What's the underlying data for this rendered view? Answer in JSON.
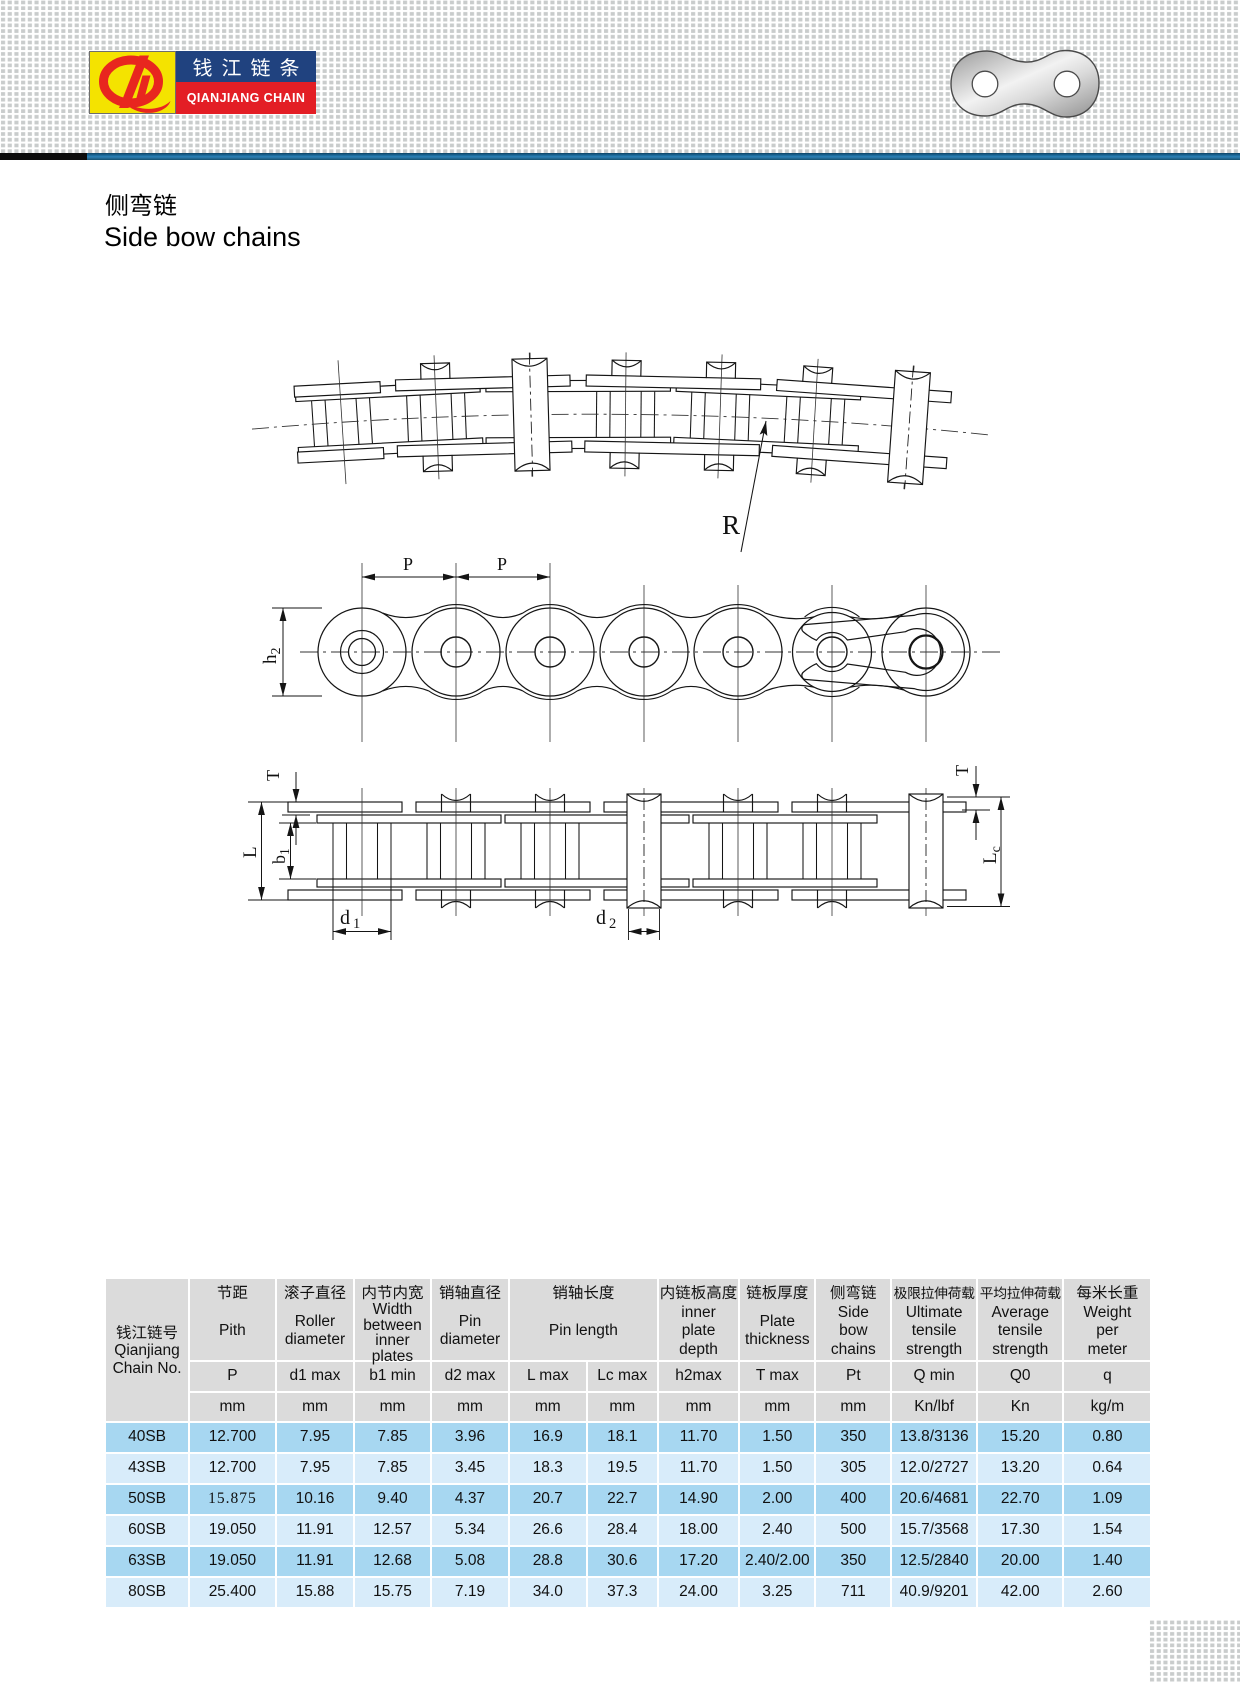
{
  "logo": {
    "zh": "钱江链条",
    "en": "QIANJIANG CHAIN",
    "monogram": "QL-monogram",
    "colors": {
      "yellow": "#f4e300",
      "blue": "#20427f",
      "red": "#e31e25",
      "logo_red": "#e8261f"
    }
  },
  "header": {
    "chain_plate_icon": "chain-plate",
    "bar_blue": "#1f6fa0",
    "bar_black": "#0c0c0c",
    "dot_color": "#d7d9d9"
  },
  "title": {
    "zh": "侧弯链",
    "en": "Side bow chains"
  },
  "drawings": {
    "bow_view": {
      "label_R": "R"
    },
    "side_view": {
      "label_P1": "P",
      "label_P2": "P",
      "label_h_main": "h",
      "label_h_sub": "2"
    },
    "top_view": {
      "label_T_left": "T",
      "label_T_right": "T",
      "label_L": "L",
      "label_b_main": "b",
      "label_b_sub": "1",
      "label_Lc_main": "L",
      "label_Lc_sub": "c",
      "label_d1_main": "d",
      "label_d1_sub": "1",
      "label_d2_main": "d",
      "label_d2_sub": "2"
    }
  },
  "table": {
    "colors": {
      "header_bg": "#dbdbdb",
      "row_dark": "#a7d7f1",
      "row_light": "#d8ecfa"
    },
    "columns": [
      {
        "zh": "钱江链号",
        "en": "Qianjiang\nChain No.",
        "symbol": "",
        "unit": ""
      },
      {
        "zh": "节距",
        "en": "Pith",
        "symbol": "P",
        "unit": "mm"
      },
      {
        "zh": "滚子直径",
        "en": "Roller\ndiameter",
        "symbol": "d1 max",
        "unit": "mm"
      },
      {
        "zh": "内节内宽",
        "en": "Width\nbetween\ninner\nplates",
        "symbol": "b1 min",
        "unit": "mm"
      },
      {
        "zh": "销轴直径",
        "en": "Pin\ndiameter",
        "symbol": "d2 max",
        "unit": "mm"
      },
      {
        "zh": "销轴长度",
        "en": "Pin length",
        "symbol": "L max",
        "unit": "mm"
      },
      {
        "zh": "",
        "en": "",
        "symbol": "Lc max",
        "unit": "mm"
      },
      {
        "zh": "内链板高度",
        "en": "inner\nplate\ndepth",
        "symbol": "h2max",
        "unit": "mm"
      },
      {
        "zh": "链板厚度",
        "en": "Plate\nthickness",
        "symbol": "T max",
        "unit": "mm"
      },
      {
        "zh": "侧弯链",
        "en": "Side\nbow\nchains",
        "symbol": "Pt",
        "unit": "mm"
      },
      {
        "zh": "极限拉伸荷载",
        "en": "Ultimate\ntensile\nstrength",
        "symbol": "Q min",
        "unit": "Kn/lbf"
      },
      {
        "zh": "平均拉伸荷载",
        "en": "Average\ntensile\nstrength",
        "symbol": "Q0",
        "unit": "Kn"
      },
      {
        "zh": "每米长重",
        "en": "Weight\nper\nmeter",
        "symbol": "q",
        "unit": "kg/m"
      }
    ],
    "pin_length_group": "销轴长度",
    "pin_length_group_en": "Pin length",
    "rows": [
      [
        "40SB",
        "12.700",
        "7.95",
        "7.85",
        "3.96",
        "16.9",
        "18.1",
        "11.70",
        "1.50",
        "350",
        "13.8/3136",
        "15.20",
        "0.80"
      ],
      [
        "43SB",
        "12.700",
        "7.95",
        "7.85",
        "3.45",
        "18.3",
        "19.5",
        "11.70",
        "1.50",
        "305",
        "12.0/2727",
        "13.20",
        "0.64"
      ],
      [
        "50SB",
        "15.875",
        "10.16",
        "9.40",
        "4.37",
        "20.7",
        "22.7",
        "14.90",
        "2.00",
        "400",
        "20.6/4681",
        "22.70",
        "1.09"
      ],
      [
        "60SB",
        "19.050",
        "11.91",
        "12.57",
        "5.34",
        "26.6",
        "28.4",
        "18.00",
        "2.40",
        "500",
        "15.7/3568",
        "17.30",
        "1.54"
      ],
      [
        "63SB",
        "19.050",
        "11.91",
        "12.68",
        "5.08",
        "28.8",
        "30.6",
        "17.20",
        "2.40/2.00",
        "350",
        "12.5/2840",
        "20.00",
        "1.40"
      ],
      [
        "80SB",
        "25.400",
        "15.88",
        "15.75",
        "7.19",
        "34.0",
        "37.3",
        "24.00",
        "3.25",
        "711",
        "40.9/9201",
        "42.00",
        "2.60"
      ]
    ],
    "serif_cell": {
      "row": 2,
      "col": 1
    }
  }
}
